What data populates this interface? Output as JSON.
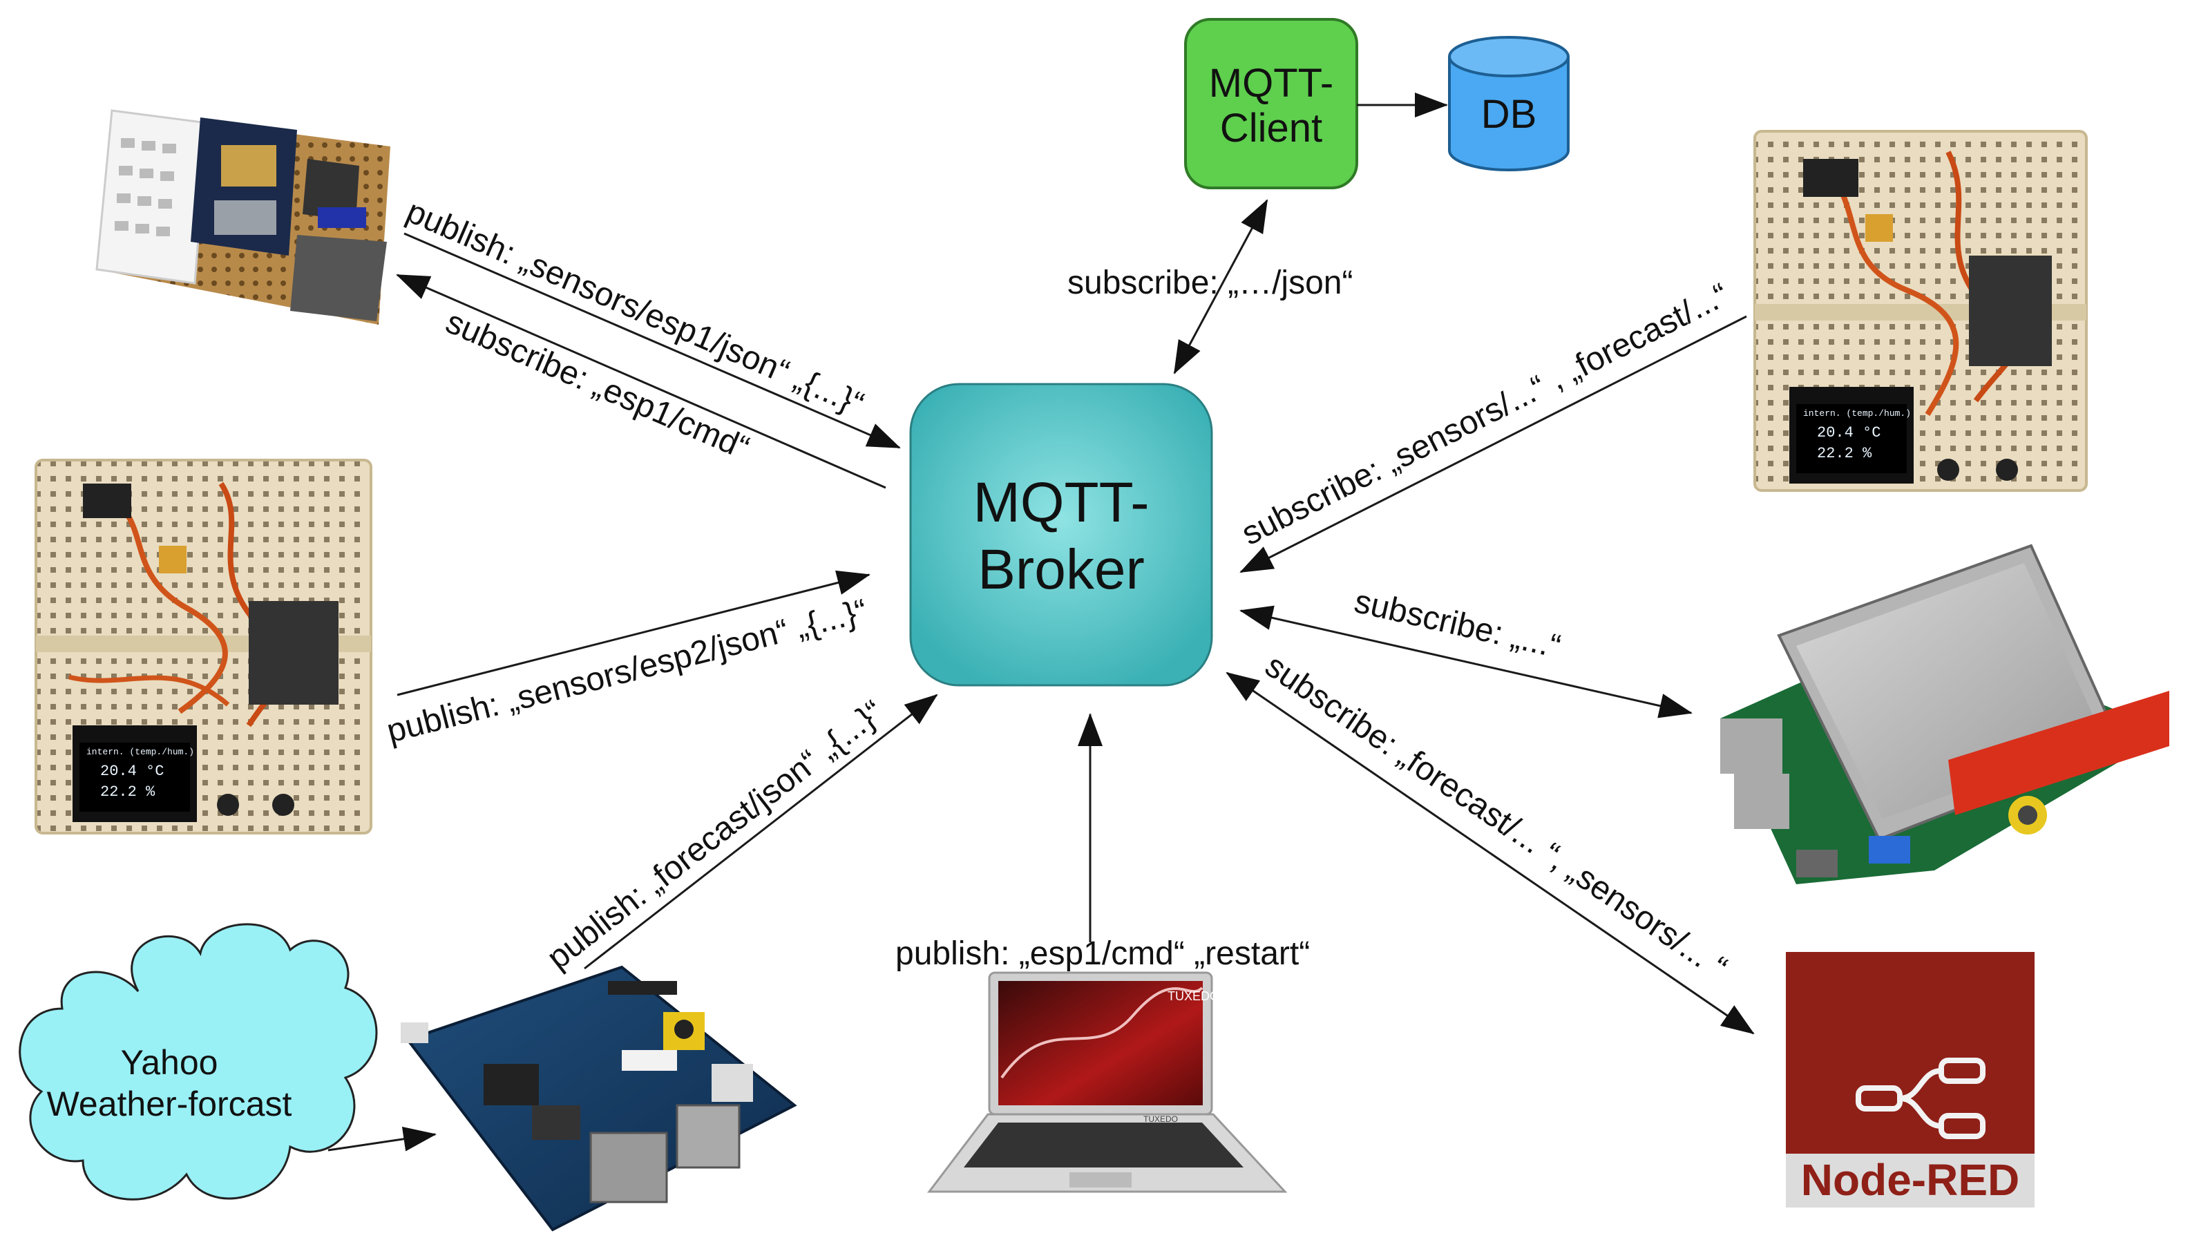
{
  "nodes": {
    "broker": [
      "MQTT-",
      "Broker"
    ],
    "mqtt_client": [
      "MQTT-",
      "Client"
    ],
    "db": "DB",
    "yahoo": [
      "Yahoo",
      "Weather-forcast"
    ],
    "node_red": "Node-RED"
  },
  "screens": {
    "line1": "intern. (temp./hum.)",
    "line2": "20.4 °C",
    "line3": "22.2 %"
  },
  "laptop_brand": "TUXEDO",
  "edges": {
    "esp1_publish": "publish: „sensors/esp1/json“ „{...}“",
    "esp1_subscribe": "subscribe: „esp1/cmd“",
    "esp2_publish": "publish: „sensors/esp2/json“ „{...}“",
    "forecast_publish": "publish: „forecast/json“ „{...}“",
    "client_subscribe": "subscribe: „…/json“",
    "display_subscribe": "subscribe: „sensors/...“ , „forecast/...“",
    "raspi_subscribe": "subscribe: „...“",
    "nodered_subscribe": "subscribe: „forecast/... “, „sensors/... “",
    "laptop_publish": "publish: „esp1/cmd“ „restart“"
  },
  "colors": {
    "broker_fill": "#52c3c6",
    "client_fill": "#5fcf4e",
    "db_fill": "#4aa9f2",
    "cloud_fill": "#99f0f5",
    "node_red_bg": "#8f2018"
  }
}
